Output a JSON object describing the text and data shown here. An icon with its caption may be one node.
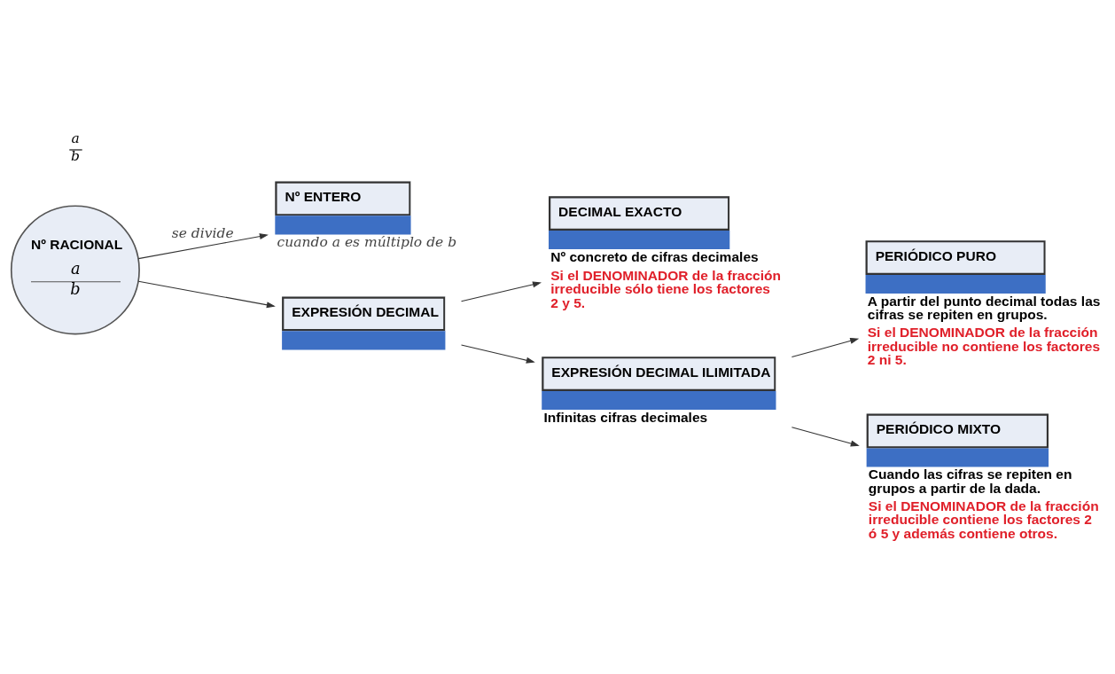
{
  "diagram": {
    "nodes": [
      {
        "text": [
          "Nº RACIONAL",
          "a",
          "b"
        ]
      },
      {
        "text": [
          "Nº ENTERO"
        ],
        "beside": [
          "cuando a es múltiplo de b"
        ]
      },
      {
        "text": [
          "EXPRESIÓN DECIMAL"
        ]
      },
      {
        "text": [
          "DECIMAL EXACTO"
        ],
        "beside": [
          "Nº concreto de cifras decimales",
          "Si el DENOMINADOR de la fracción irreducible sólo tiene los factores 2 y 5."
        ]
      },
      {
        "text": [
          "EXPRESIÓN DECIMAL ILIMITADA"
        ],
        "beside": [
          "Infinitas cifras decimales"
        ]
      },
      {
        "text": [
          "PERIÓDICO PURO"
        ],
        "beside": [
          "A partir del punto decimal todas las cifras se repiten en grupos.",
          "Si el DENOMINADOR de la fracción irreducible no contiene los factores 2 ni 5."
        ]
      },
      {
        "text": [
          "PERIÓDICO MIXTO"
        ],
        "beside": [
          "Cuando las cifras se repiten en grupos a partir de la dada.",
          "Si el DENOMINADOR de la fracción irreducible contiene los factores 2 ó 5 y además contiene otros."
        ]
      }
    ],
    "edges": [
      {
        "from": 0,
        "to": 1,
        "arrow": "to",
        "label": "se divide"
      },
      {
        "from": 0,
        "to": 2,
        "arrow": "to"
      },
      {
        "from": 2,
        "to": 3,
        "arrow": "to"
      },
      {
        "from": 2,
        "to": 4,
        "arrow": "to"
      },
      {
        "from": 4,
        "to": 5,
        "arrow": "to"
      },
      {
        "from": 4,
        "to": 6,
        "arrow": "to"
      }
    ],
    "labels": [
      "a",
      "b"
    ]
  }
}
